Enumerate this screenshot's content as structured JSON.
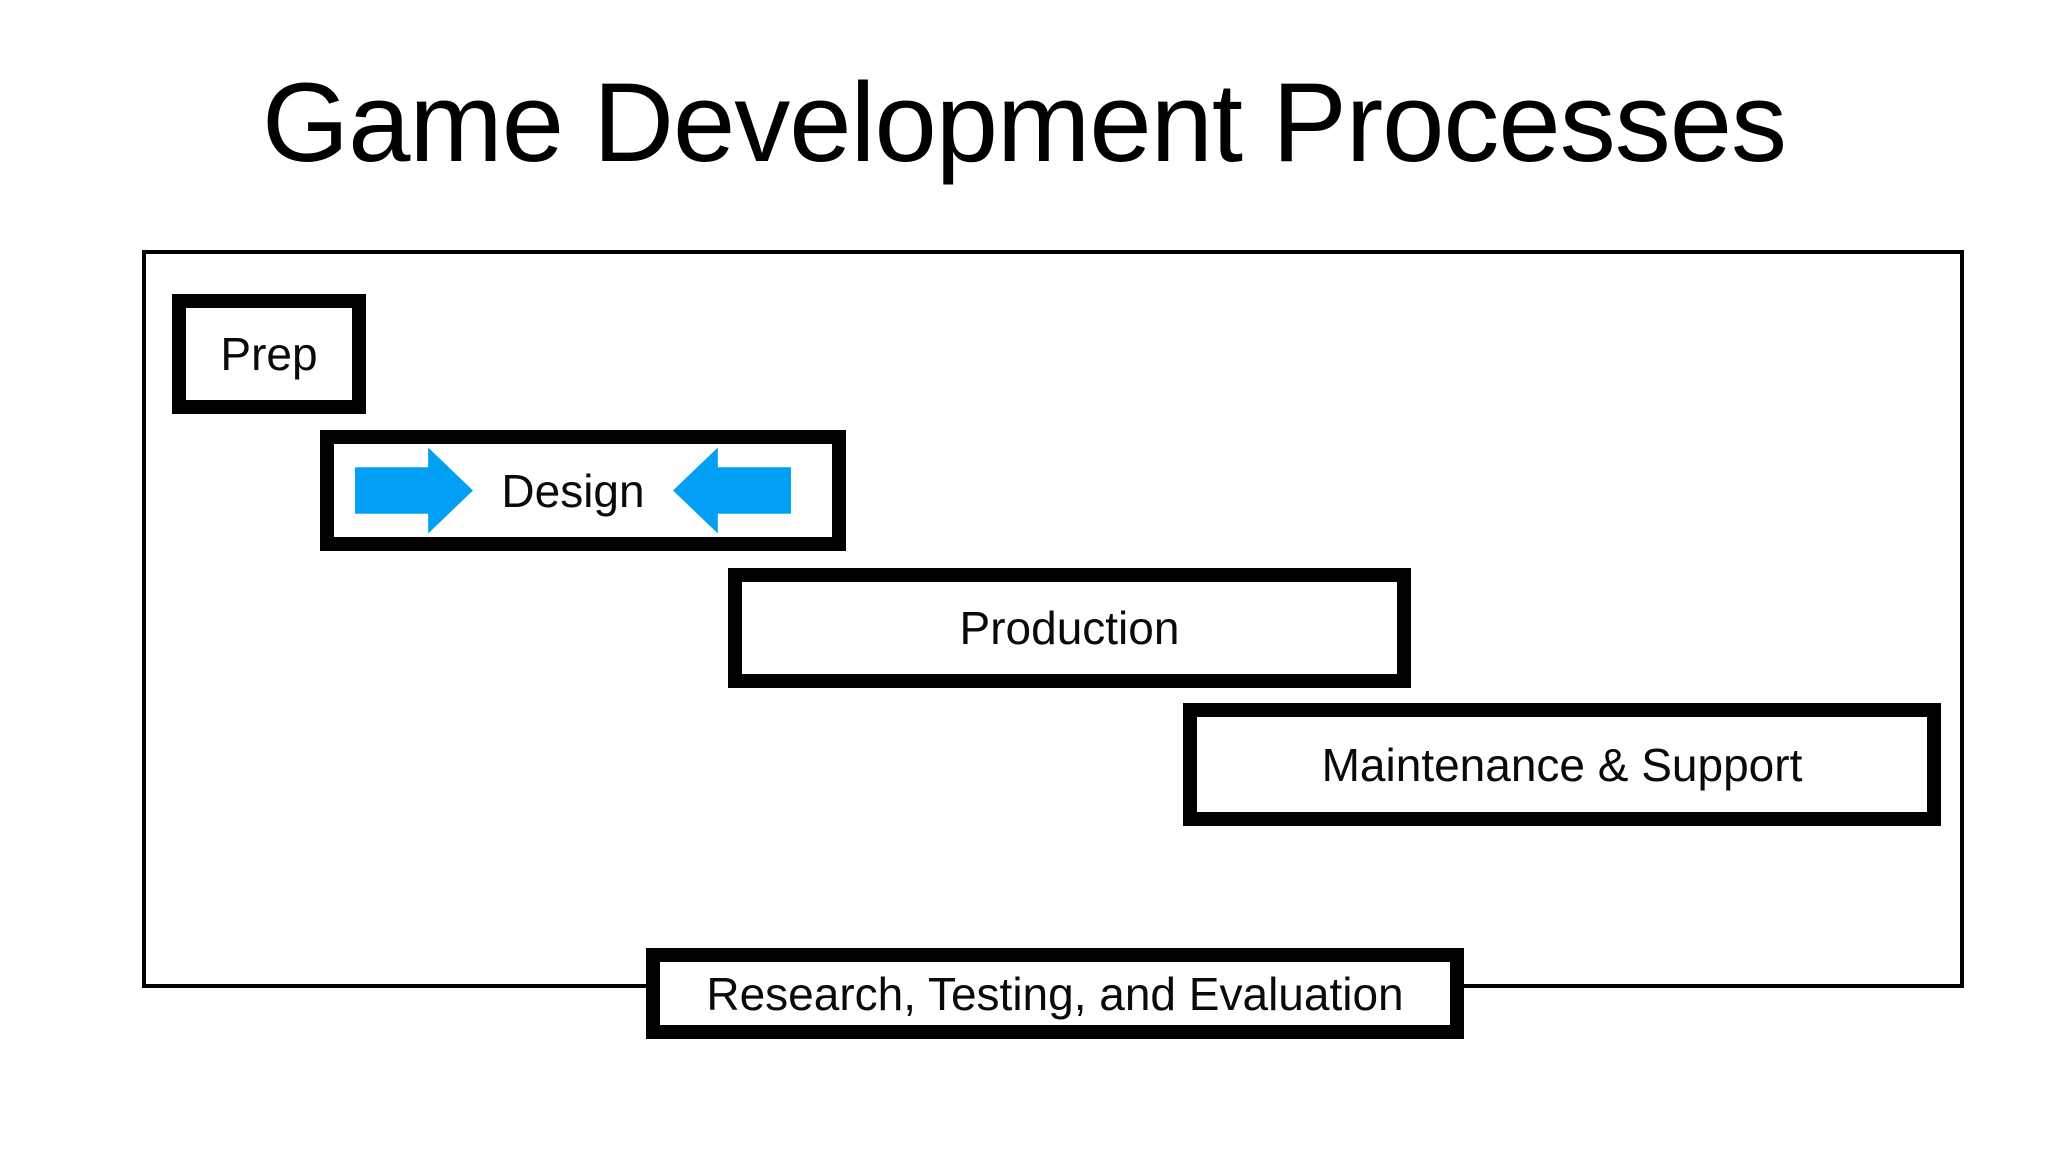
{
  "title": "Game Development Processes",
  "colors": {
    "arrow_blue": "#02a0f5",
    "box_border": "#000000",
    "container_border": "#000000",
    "text": "#000000",
    "background": "#ffffff"
  },
  "diagram": {
    "boxes": [
      {
        "id": "prep",
        "label": "Prep"
      },
      {
        "id": "design",
        "label": "Design"
      },
      {
        "id": "production",
        "label": "Production"
      },
      {
        "id": "maintenance",
        "label": "Maintenance & Support"
      },
      {
        "id": "research",
        "label": "Research, Testing, and Evaluation"
      }
    ],
    "design_icons": [
      {
        "name": "arrow-right-icon",
        "direction": "right"
      },
      {
        "name": "arrow-left-icon",
        "direction": "left"
      }
    ]
  }
}
